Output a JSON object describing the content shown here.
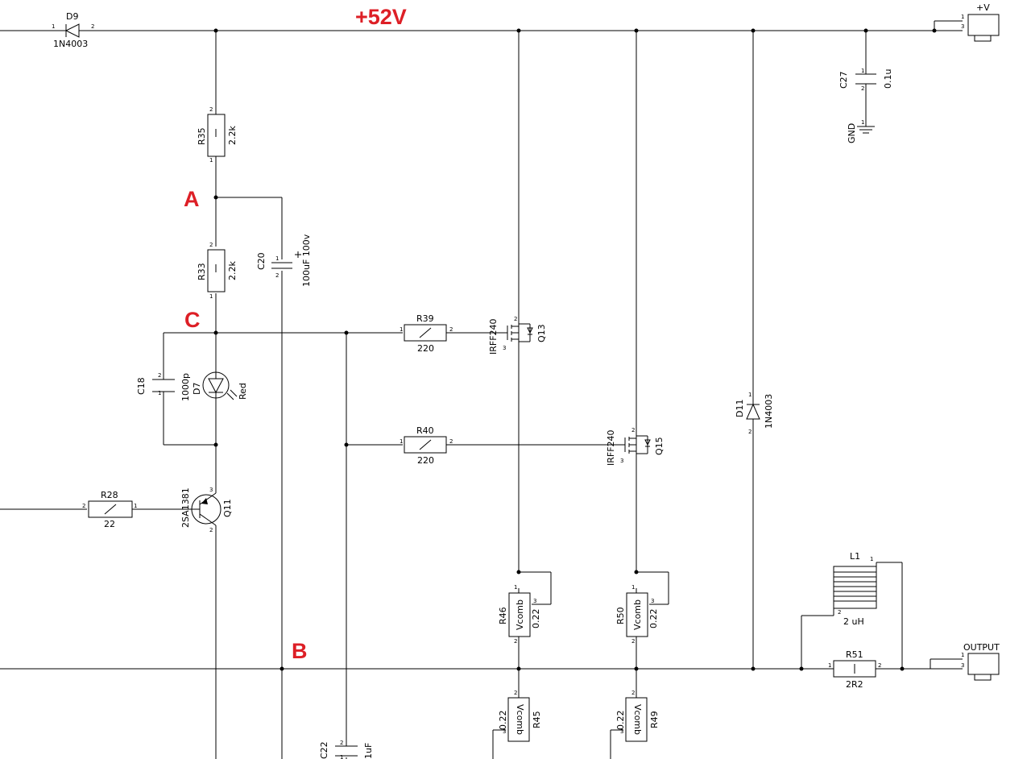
{
  "labels": {
    "supply_rail": "+52V",
    "node_a": "A",
    "node_b": "B",
    "node_c": "C"
  },
  "accent_color": "#dd1f26",
  "components": {
    "d9": {
      "ref": "D9",
      "value": "1N4003"
    },
    "r35": {
      "ref": "R35",
      "value": "2.2k"
    },
    "r33": {
      "ref": "R33",
      "value": "2.2k"
    },
    "c20": {
      "ref": "C20",
      "value": "100uF 100v"
    },
    "c18": {
      "ref": "C18",
      "value": "1000p"
    },
    "d7": {
      "ref": "D7",
      "value": "Red"
    },
    "r28": {
      "ref": "R28",
      "value": "22"
    },
    "q11": {
      "ref": "Q11",
      "value": "2SA1381"
    },
    "r39": {
      "ref": "R39",
      "value": "220"
    },
    "r40": {
      "ref": "R40",
      "value": "220"
    },
    "q13": {
      "ref": "Q13",
      "value": "IRFF240"
    },
    "q15": {
      "ref": "Q15",
      "value": "IRFF240"
    },
    "d11": {
      "ref": "D11",
      "value": "1N4003"
    },
    "c27": {
      "ref": "C27",
      "value": "0.1u"
    },
    "gnd": {
      "ref": "GND"
    },
    "vplus": {
      "ref": "+V"
    },
    "l1": {
      "ref": "L1",
      "value": "2 uH"
    },
    "r51": {
      "ref": "R51",
      "value": "2R2"
    },
    "output": {
      "ref": "OUTPUT"
    },
    "r46": {
      "ref": "R46",
      "type": "Vcomb",
      "value": "0.22"
    },
    "r50": {
      "ref": "R50",
      "type": "Vcomb",
      "value": "0.22"
    },
    "r45": {
      "ref": "R45",
      "type": "Vcomb",
      "value": "0.22"
    },
    "r49": {
      "ref": "R49",
      "type": "Vcomb",
      "value": "0.22"
    },
    "c22": {
      "ref": "C22",
      "value": "1uF"
    }
  }
}
